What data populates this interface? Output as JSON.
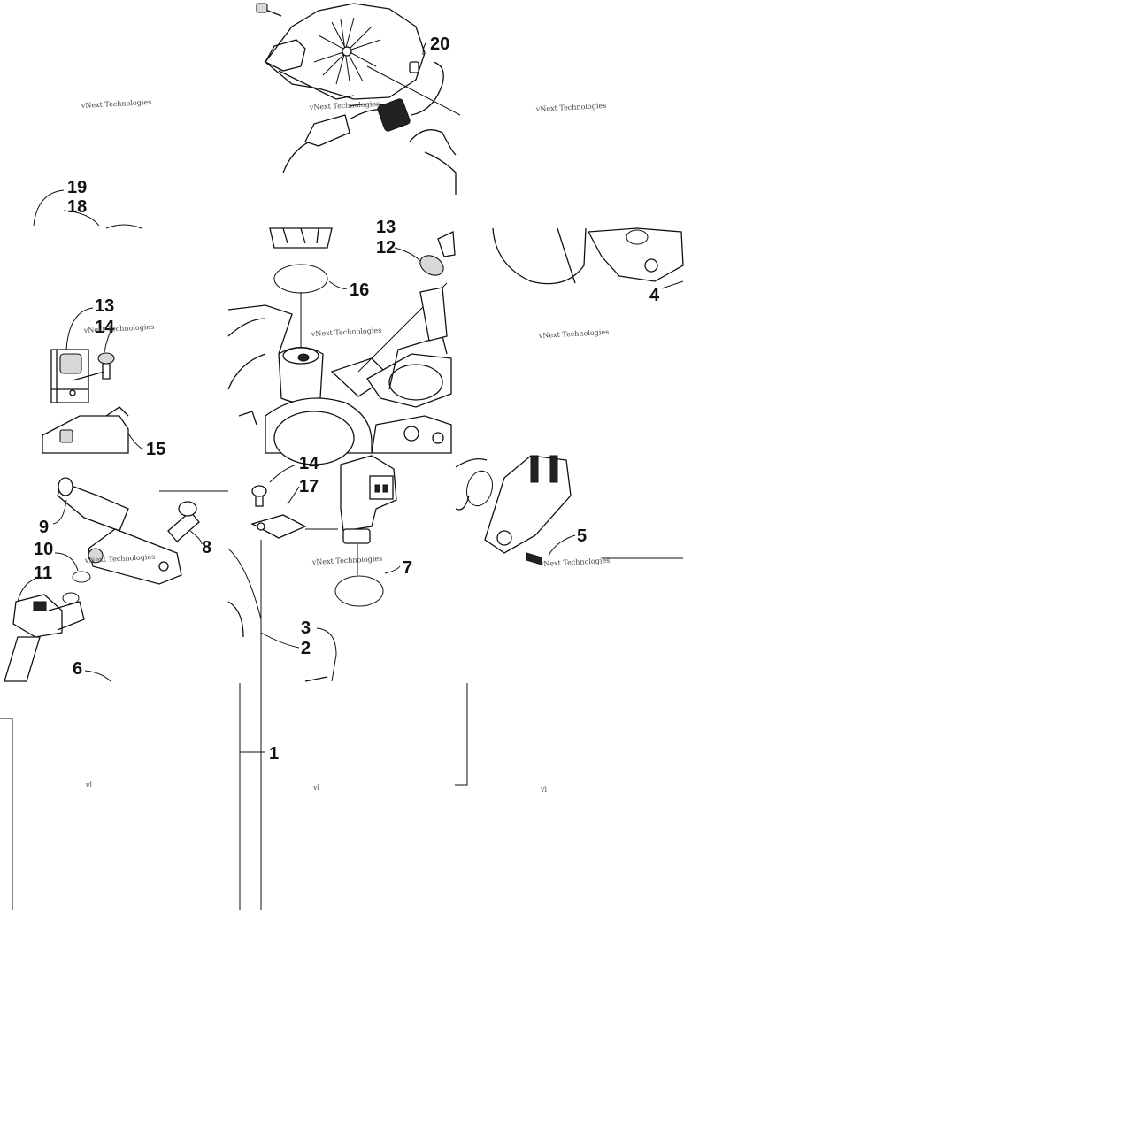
{
  "callouts": {
    "n20": "20",
    "n19": "19",
    "n18": "18",
    "n13a": "13",
    "n14a": "14",
    "n15": "15",
    "n13b": "13",
    "n12": "12",
    "n16": "16",
    "n4": "4",
    "n9": "9",
    "n8": "8",
    "n10": "10",
    "n11": "11",
    "n6": "6",
    "n14b": "14",
    "n17": "17",
    "n7": "7",
    "n3": "3",
    "n2": "2",
    "n5": "5",
    "n1": "1"
  },
  "watermarks": {
    "w1": "vNext Technologies",
    "w2": "vNext Technologies",
    "w3": "vNext Technologies",
    "w4": "vNext Technologies",
    "w5": "vNext Technologies",
    "w6": "vNext Technologies",
    "w7": "vNext Technologies",
    "w8": "vNext Technologies",
    "w9": "vNext Technologies",
    "f1": "vl",
    "f2": "vl",
    "f3": "vl"
  },
  "colors": {
    "line": "#111111",
    "background": "#ffffff"
  }
}
